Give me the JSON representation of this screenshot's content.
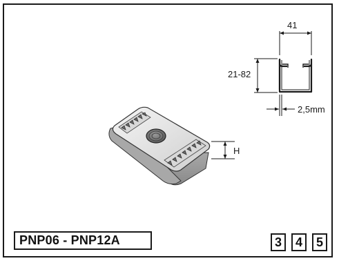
{
  "channel_drawing": {
    "width_label": "41",
    "height_label": "21-82",
    "thickness_label": "2,5mm"
  },
  "nut_drawing": {
    "height_label": "H"
  },
  "product_code": "PNP06 - PNP12A",
  "codes": [
    "3",
    "4",
    "5"
  ]
}
